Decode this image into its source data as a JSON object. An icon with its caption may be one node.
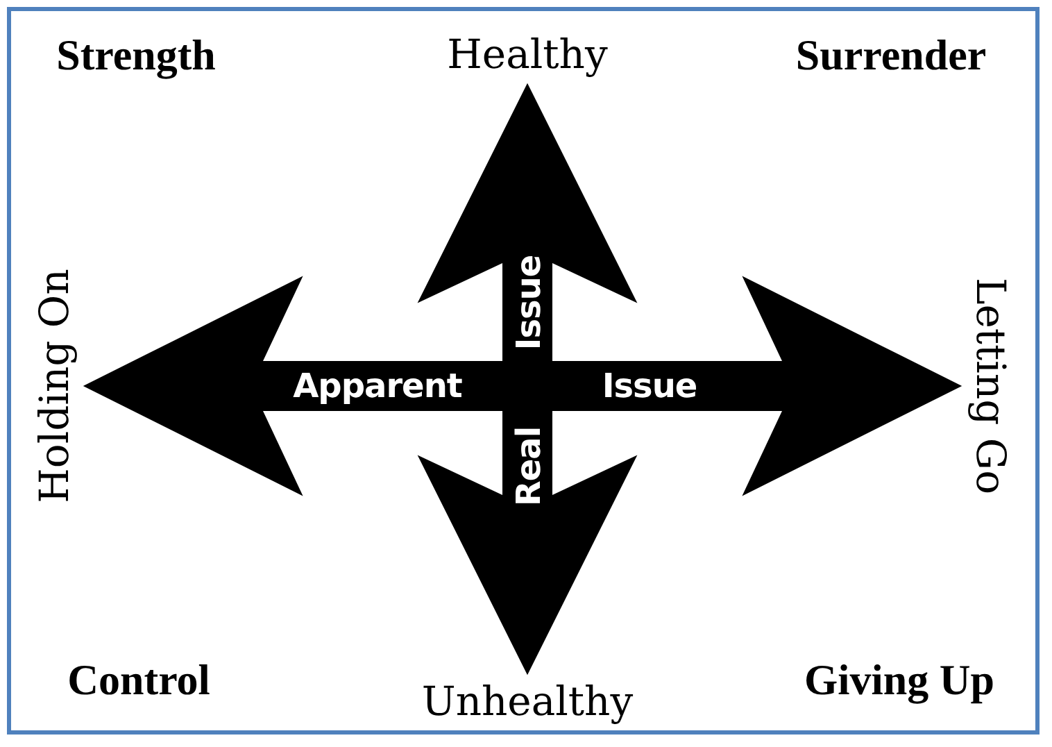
{
  "diagram": {
    "nodes": [
      {
        "text": [
          "Healthy"
        ]
      },
      {
        "text": [
          "Unhealthy"
        ]
      },
      {
        "text": [
          "Holding On"
        ]
      },
      {
        "text": [
          "Letting Go"
        ]
      }
    ],
    "edges": [
      {
        "from": 2,
        "to": 3,
        "arrow": "both"
      },
      {
        "from": 0,
        "to": 1,
        "arrow": "both"
      }
    ],
    "labels": [
      "Strength",
      "Surrender",
      "Issue",
      "Apparent",
      "Issue",
      "Real",
      "Control",
      "Giving Up"
    ]
  }
}
